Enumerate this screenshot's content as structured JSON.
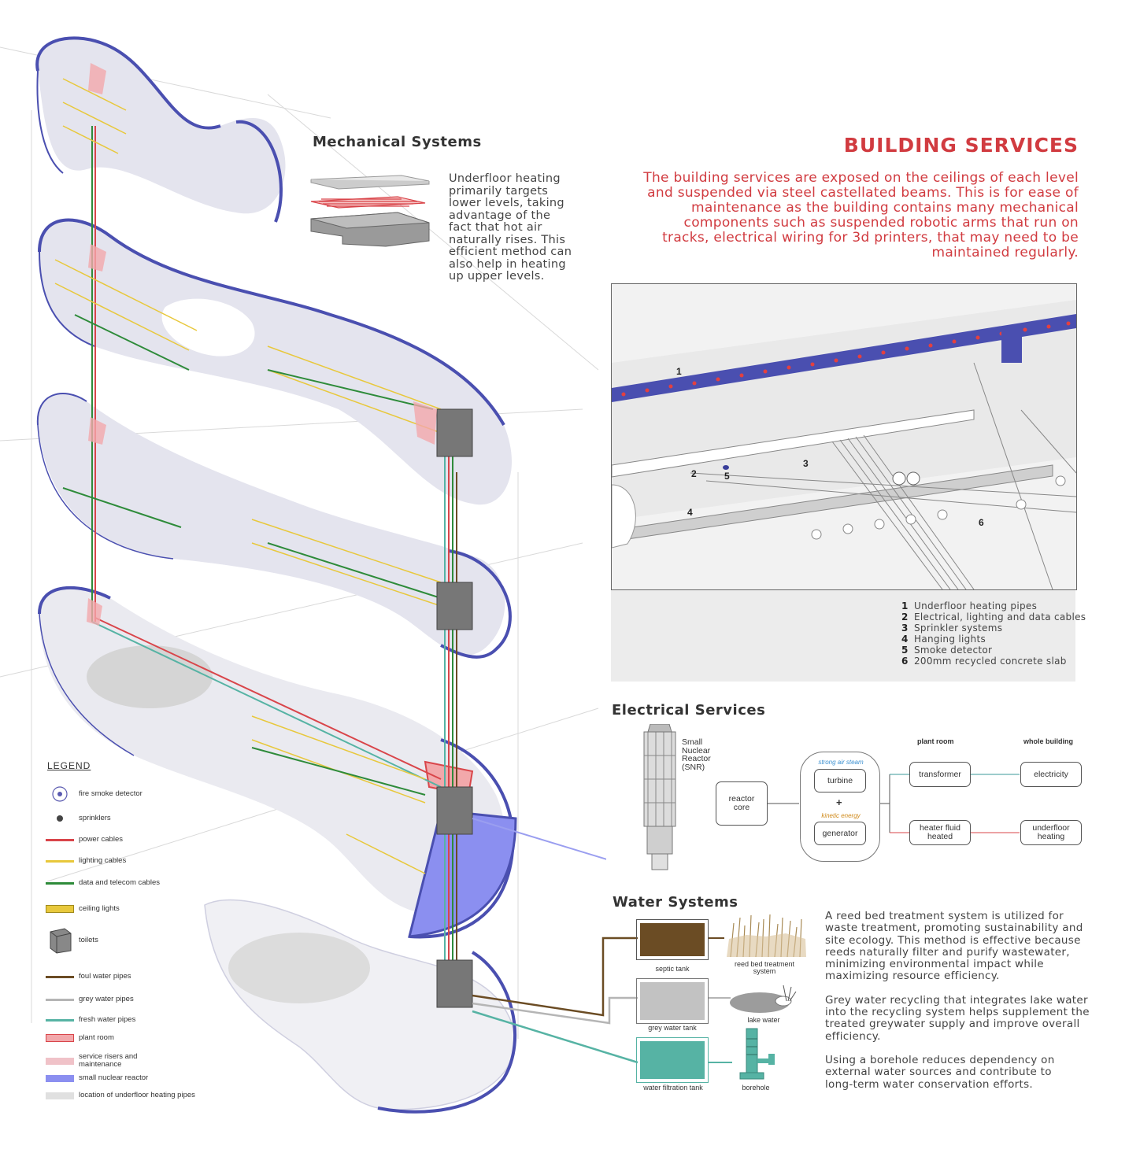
{
  "header": {
    "title": "BUILDING SERVICES",
    "intro": [
      "The building services are exposed on the ceilings of each level",
      "and suspended via steel castellated beams. This is for ease of",
      "maintenance as the building contains many mechanical",
      "components such as suspended robotic arms that run on",
      "tracks, electrical wiring for 3d printers, that may need  to be",
      "maintained regularly."
    ]
  },
  "mechanical": {
    "heading": "Mechanical Systems",
    "text": [
      "Underfloor heating",
      "primarily targets",
      "lower levels, taking",
      "advantage of the",
      "fact that hot air",
      "naturally rises. This",
      "efficient method can",
      "also help in heating",
      "up upper levels."
    ]
  },
  "detail": {
    "labels": [
      "1",
      "2",
      "3",
      "4",
      "5",
      "6"
    ],
    "list": [
      {
        "num": "1",
        "text": "Underfloor heating pipes"
      },
      {
        "num": "2",
        "text": "Electrical, lighting and data cables"
      },
      {
        "num": "3",
        "text": "Sprinkler systems"
      },
      {
        "num": "4",
        "text": "Hanging lights"
      },
      {
        "num": "5",
        "text": "Smoke detector"
      },
      {
        "num": "6",
        "text": "200mm recycled concrete slab"
      }
    ]
  },
  "electrical": {
    "heading": "Electrical Services",
    "snr_label": [
      "Small",
      "Nuclear",
      "Reactor",
      "(SNR)"
    ],
    "reactor_core": [
      "reactor",
      "core"
    ],
    "strong_air_steam": "strong air steam",
    "turbine": "turbine",
    "plus": "+",
    "kinetic_energy": "kinetic energy",
    "generator": "generator",
    "col_plant_room": "plant room",
    "col_whole_building": "whole building",
    "transformer": "transformer",
    "electricity": "electricity",
    "heater_fluid": [
      "heater fluid",
      "heated"
    ],
    "underfloor_heating": [
      "underfloor",
      "heating"
    ]
  },
  "water": {
    "heading": "Water Systems",
    "septic_tank": "septic tank",
    "reed_bed": [
      "reed bed treatment",
      "system"
    ],
    "grey_water_tank": "grey water tank",
    "lake_water": "lake water",
    "water_filtration_tank": "water filtration tank",
    "borehole": "borehole",
    "paragraphs": [
      [
        "A reed bed treatment system is utilized for",
        "waste treatment, promoting sustainability and",
        "site ecology. This method is effective because",
        "reeds naturally filter and purify wastewater,",
        "minimizing environmental impact while",
        "maximizing resource efficiency."
      ],
      [
        "Grey water recycling that integrates lake water",
        "into the recycling system helps supplement the",
        "treated greywater supply and improve overall",
        "efficiency."
      ],
      [
        "Using a borehole reduces dependency on",
        "external water sources and contribute to",
        "long-term water conservation efforts."
      ]
    ],
    "colors": {
      "foul": "#6b4c24",
      "grey": "#b5b5b5",
      "fresh": "#56b3a4"
    }
  },
  "legend": {
    "title": "LEGEND",
    "items": [
      {
        "label": "fire smoke detector",
        "icon": "smoke-detector-icon"
      },
      {
        "label": "sprinklers",
        "icon": "sprinkler-icon"
      },
      {
        "label": "power cables",
        "color": "#d9454a"
      },
      {
        "label": "lighting cables",
        "color": "#e8c83c"
      },
      {
        "label": "data and telecom cables",
        "color": "#2e8b3a"
      },
      {
        "label": "ceiling lights",
        "color": "#e8c83c"
      },
      {
        "label": "toilets",
        "icon": "toilet-block-icon"
      },
      {
        "label": "foul water pipes",
        "color": "#6b4c24"
      },
      {
        "label": "grey water pipes",
        "color": "#b5b5b5"
      },
      {
        "label": "fresh water pipes",
        "color": "#56b3a4"
      },
      {
        "label": "plant room",
        "color": "#f2a8ab"
      },
      {
        "label": "service risers and maintenance",
        "color": "#f0c2c8"
      },
      {
        "label": "small nuclear reactor",
        "color": "#8b8ff0"
      },
      {
        "label": "location of underfloor heating pipes",
        "color": "#e0e0e0"
      }
    ]
  },
  "colors": {
    "accent": "#d13b40",
    "floor_outline": "#4a4fb0",
    "floor_fill": "#e4e4ee"
  }
}
